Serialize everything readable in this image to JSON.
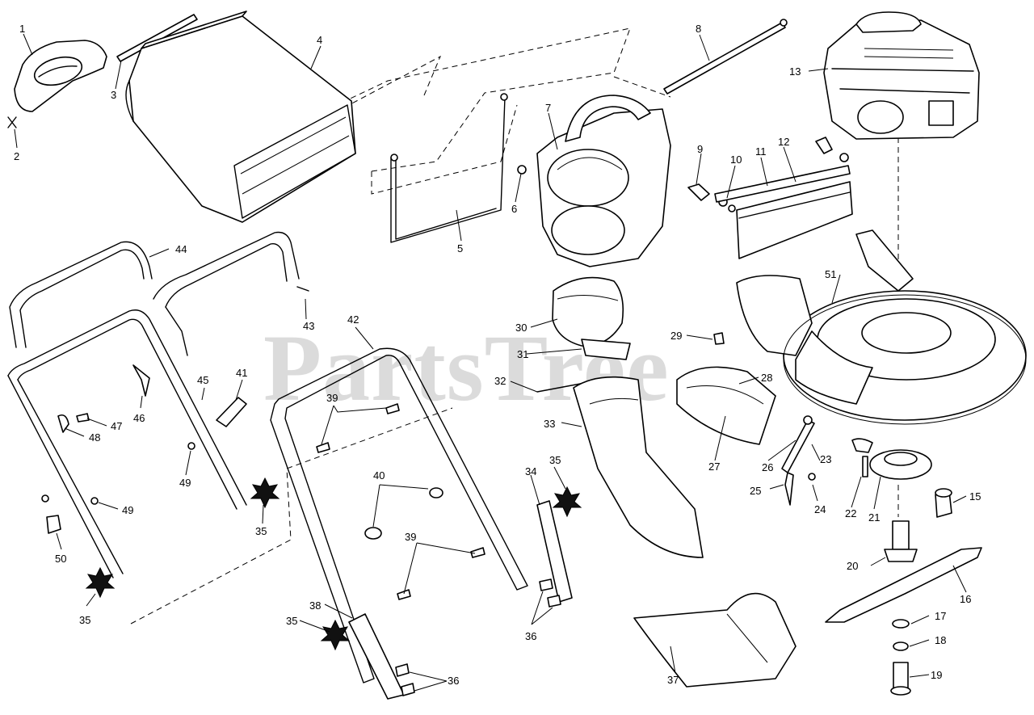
{
  "watermark": "PartsTree",
  "callouts": [
    "1",
    "2",
    "3",
    "4",
    "5",
    "6",
    "7",
    "8",
    "9",
    "10",
    "11",
    "12",
    "13",
    "15",
    "16",
    "17",
    "18",
    "19",
    "20",
    "21",
    "22",
    "23",
    "24",
    "25",
    "26",
    "27",
    "28",
    "29",
    "30",
    "31",
    "32",
    "33",
    "34",
    "35",
    "35",
    "35",
    "35",
    "36",
    "36",
    "37",
    "38",
    "39",
    "39",
    "40",
    "41",
    "42",
    "43",
    "44",
    "45",
    "46",
    "47",
    "48",
    "49",
    "49",
    "50",
    "51"
  ]
}
